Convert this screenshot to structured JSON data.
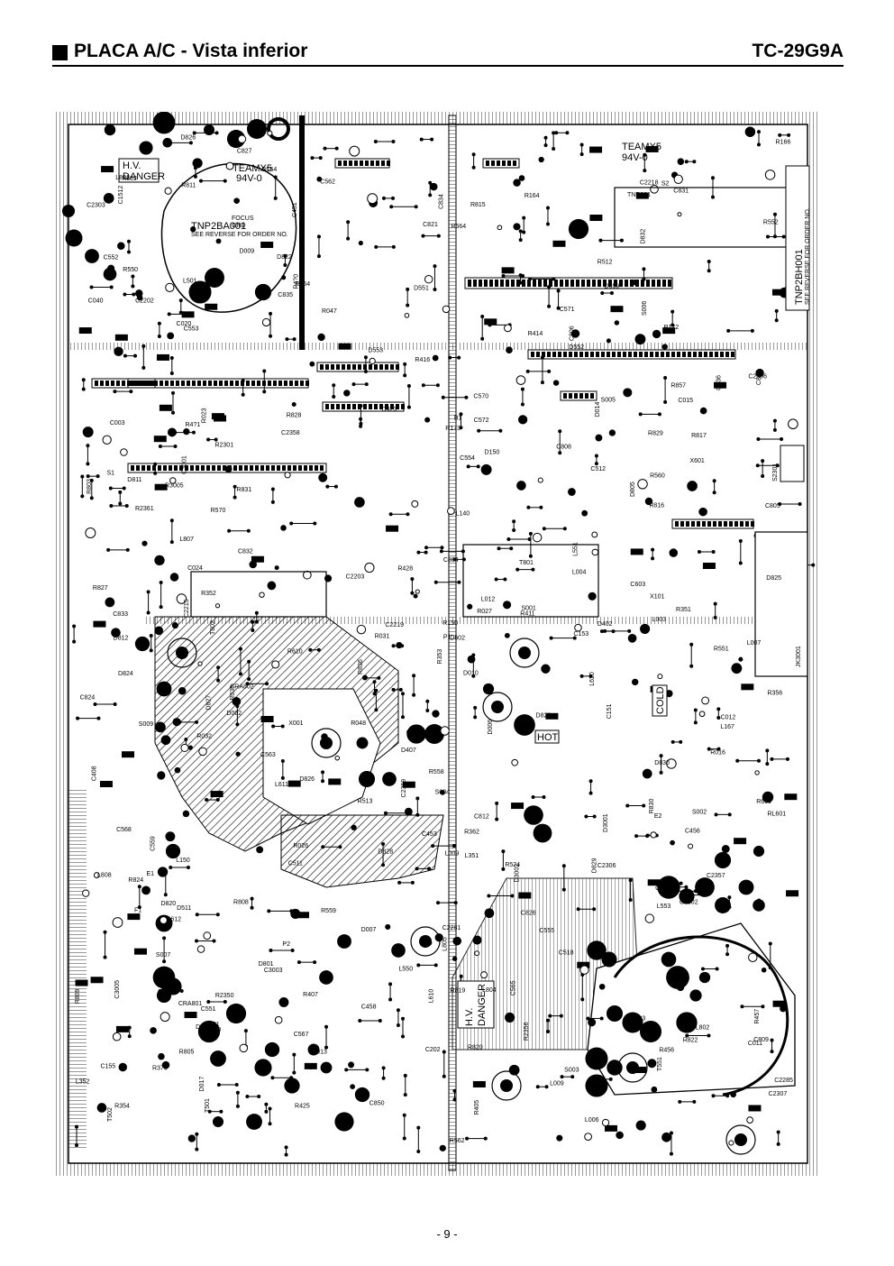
{
  "header": {
    "title": "PLACA A/C - Vista inferior",
    "model": "TC-29G9A"
  },
  "board": {
    "labels": {
      "hv_danger": "H.V.\nDANGER",
      "teamx5_top": "TEAMX5\n94V-0",
      "board_code_left": "TNP2BA001",
      "see_reverse": "SEE REVERSE FOR ORDER NO.",
      "board_code_right": "TNP2BH001",
      "focus": "FOCUS",
      "gnd": "GND",
      "hot": "HOT",
      "cold": "COLD",
      "hv_danger_lower": "H.V.\nDANGER",
      "teamx5_right": "TEAMX5\n94V-0",
      "tnr001": "TNR001",
      "t801": "T801",
      "t551": "T551",
      "t501": "T501",
      "t502": "T502",
      "t802": "T802",
      "jk3001": "JK3001",
      "s2301": "S2301"
    },
    "components": [
      "R352",
      "R354",
      "R353",
      "R356",
      "R351",
      "R362",
      "R558",
      "C559",
      "R560",
      "L352",
      "R376",
      "L351",
      "C2306",
      "R2361",
      "C2303",
      "C2356",
      "C2358",
      "C2359",
      "C2357",
      "C2307",
      "L150",
      "X101",
      "R048",
      "R610",
      "R609",
      "C603",
      "R023",
      "D006",
      "D007",
      "C003",
      "L007",
      "L610",
      "D511",
      "L611",
      "D013",
      "L006",
      "C015",
      "C020",
      "C040",
      "R016",
      "D017",
      "X001",
      "L009",
      "L004",
      "L003",
      "R031",
      "C011",
      "D832",
      "R836",
      "R032",
      "L009",
      "R817",
      "C826",
      "CRA802",
      "L801",
      "C812",
      "CRA801",
      "C827",
      "R039",
      "R820",
      "S001",
      "S002",
      "S003",
      "S004",
      "S005",
      "S006",
      "S007",
      "S009",
      "R805",
      "C806",
      "D804",
      "C805",
      "C834",
      "C832",
      "L805",
      "R830",
      "C804",
      "C833",
      "R857",
      "C835",
      "D830",
      "C831",
      "L803",
      "D812",
      "D811",
      "D801",
      "R803",
      "D805",
      "C807",
      "D825",
      "R831",
      "L807",
      "D826",
      "D823",
      "D824",
      "R829",
      "R828",
      "C809",
      "D827",
      "D828",
      "R824",
      "R815",
      "D822",
      "C808",
      "R811",
      "D820",
      "R809",
      "R808",
      "C81",
      "D826",
      "R827",
      "D829",
      "R822",
      "R816",
      "C824",
      "L802",
      "L553",
      "C563",
      "C565",
      "C567",
      "D559",
      "C562",
      "R562",
      "L551",
      "C511",
      "C512",
      "R513",
      "R512",
      "L501",
      "R550",
      "R551",
      "C568",
      "R552",
      "C552",
      "D552",
      "R559",
      "D553",
      "R425",
      "R428",
      "D554",
      "C553",
      "C554",
      "C561",
      "D551",
      "C456",
      "C458",
      "R564",
      "C555",
      "R570",
      "C570",
      "C551",
      "D407",
      "R456",
      "C571",
      "L550",
      "C572",
      "C850",
      "D423",
      "C408",
      "R411",
      "R414",
      "R416",
      "R405",
      "R407",
      "R4?1",
      "C453",
      "D402",
      "C451",
      "R2356",
      "R3005",
      "R2350",
      "C3003",
      "D3001",
      "C3005",
      "D3002",
      "C3002",
      "C3001",
      "R457",
      "C518",
      "L620",
      "D602",
      "C821",
      "L808",
      "L804",
      "R819",
      "R4?0",
      "R047",
      "S1",
      "S2",
      "E1",
      "P2",
      "E2",
      "F1",
      "P1",
      "B1",
      "D010",
      "RL601",
      "D009",
      "D014",
      "C012",
      "C024",
      "C836",
      "L012",
      "R027",
      "R026",
      "D002",
      "C153",
      "L010",
      "C2202",
      "C2217",
      "C2218",
      "C2219",
      "C2215",
      "C2203",
      "C2281",
      "C2285",
      "R2301",
      "D150",
      "L140",
      "C202",
      "X601",
      "X602",
      "R150",
      "R164",
      "R172",
      "R173",
      "R612",
      "C1512",
      "C151",
      "R524",
      "C155",
      "C154",
      "R154",
      "R166",
      "L167"
    ]
  }
}
